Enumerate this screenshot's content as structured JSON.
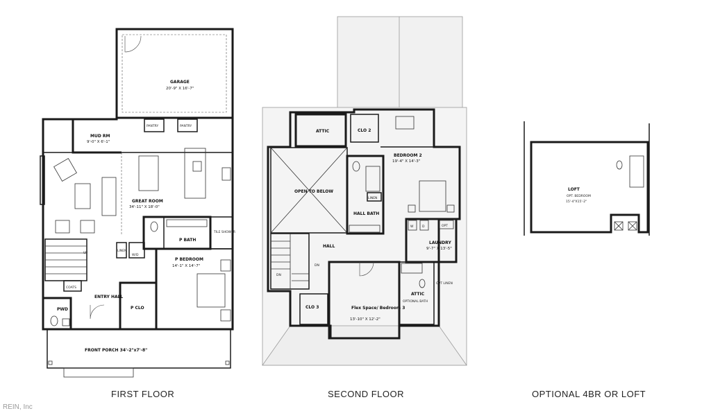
{
  "floors": {
    "first": {
      "title": "FIRST FLOOR",
      "rooms": {
        "garage": {
          "name": "GARAGE",
          "dim": "20'-9\" X 16'-7\""
        },
        "mudroom": {
          "name": "MUD RM",
          "dim": "9'-0\" X 6'-1\""
        },
        "pantry1": {
          "name": "PANTRY"
        },
        "pantry2": {
          "name": "PANTRY"
        },
        "great": {
          "name": "GREAT ROOM",
          "dim": "34'-11\" X 18'-0\""
        },
        "pbath": {
          "name": "P BATH"
        },
        "tile": {
          "name": "TILE SHOWER"
        },
        "pbedroom": {
          "name": "P BEDROOM",
          "dim": "14'-1\" X 14'-7\""
        },
        "pclo": {
          "name": "P CLO"
        },
        "coats": {
          "name": "COATS"
        },
        "entry": {
          "name": "ENTRY HALL"
        },
        "pwd": {
          "name": "PWD"
        },
        "linen": {
          "name": "LINEN"
        },
        "wd": {
          "name": "W/D"
        },
        "porch": {
          "name": "FRONT PORCH 34'-2\"x7'-8\""
        },
        "up": {
          "name": "UP"
        }
      }
    },
    "second": {
      "title": "SECOND FLOOR",
      "rooms": {
        "attic1": {
          "name": "ATTIC"
        },
        "clo2": {
          "name": "CLO 2"
        },
        "bedroom2": {
          "name": "BEDROOM 2",
          "dim": "19'-4\" X 14'-3\""
        },
        "open": {
          "name": "OPEN TO BELOW"
        },
        "hallbath": {
          "name": "HALL BATH"
        },
        "linen": {
          "name": "LINEN"
        },
        "laundry": {
          "name": "LAUNDRY",
          "dim": "9'-7\" X 13'-5\""
        },
        "hall": {
          "name": "HALL"
        },
        "dn1": {
          "name": "DN"
        },
        "dn2": {
          "name": "DN"
        },
        "clo3": {
          "name": "CLO 3"
        },
        "flex": {
          "name": "Flex Space/ Bedroom 3",
          "dim": "13'-10\" X 12'-2\""
        },
        "attic2": {
          "name": "ATTIC"
        },
        "optbath": {
          "name": "OPTIONAL BATH"
        },
        "optlinen": {
          "name": "OPT LINEN"
        },
        "w": {
          "name": "W"
        },
        "d": {
          "name": "D"
        },
        "opt": {
          "name": "OPT"
        }
      }
    },
    "optional": {
      "title": "OPTIONAL 4BR OR LOFT",
      "rooms": {
        "loft": {
          "name": "LOFT",
          "sub": "OPT. BEDROOM",
          "dim": "15'-4\"X15'-2\""
        }
      }
    }
  },
  "watermark": "REIN, Inc"
}
